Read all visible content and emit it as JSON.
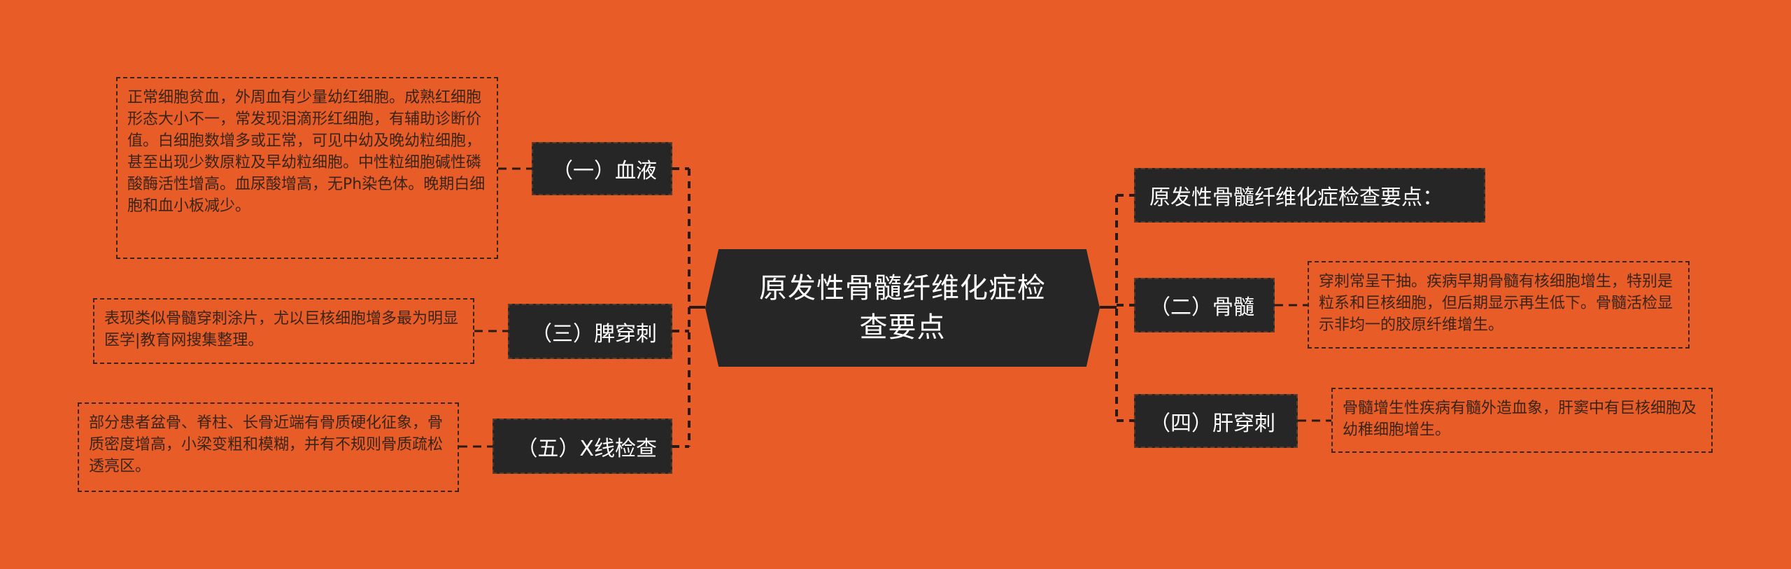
{
  "mindmap": {
    "center": {
      "label": "原发性骨髓纤维化症检查要点"
    },
    "left_branches": [
      {
        "id": "blood",
        "label": "（一）血液",
        "detail": "正常细胞贫血，外周血有少量幼红细胞。成熟红细胞形态大小不一，常发现泪滴形红细胞，有辅助诊断价值。白细胞数增多或正常，可见中幼及晚幼粒细胞，甚至出现少数原粒及早幼粒细胞。中性粒细胞碱性磷酸酶活性增高。血尿酸增高，无Ph染色体。晚期白细胞和血小板减少。"
      },
      {
        "id": "spleen",
        "label": "（三）脾穿刺",
        "detail": "表现类似骨髓穿刺涂片，尤以巨核细胞增多最为明显医学|教育网搜集整理。"
      },
      {
        "id": "xray",
        "label": "（五）X线检查",
        "detail": "部分患者盆骨、脊柱、长骨近端有骨质硬化征象，骨质密度增高，小梁变粗和模糊，并有不规则骨质疏松透亮区。"
      }
    ],
    "right_branches": [
      {
        "id": "summary",
        "label": "原发性骨髓纤维化症检查要点："
      },
      {
        "id": "marrow",
        "label": "（二）骨髓",
        "detail": "穿刺常呈干抽。疾病早期骨髓有核细胞增生，特别是粒系和巨核细胞，但后期显示再生低下。骨髓活检显示非均一的胶原纤维增生。"
      },
      {
        "id": "liver",
        "label": "（四）肝穿刺",
        "detail": "骨髓增生性疾病有髓外造血象，肝窦中有巨核细胞及幼稚细胞增生。"
      }
    ]
  },
  "colors": {
    "background": "#e85d27",
    "node_fill": "#262626",
    "node_text": "#ffffff",
    "detail_text": "#3a2418",
    "connector": "#2b1a12"
  }
}
